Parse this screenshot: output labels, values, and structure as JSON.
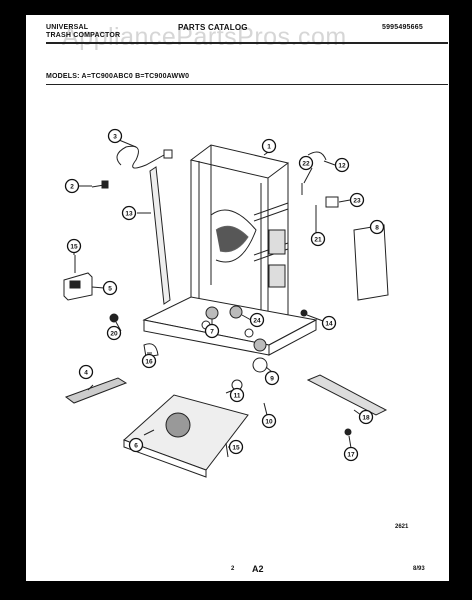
{
  "header": {
    "line1_left": "UNIVERSAL",
    "line2_left": "TRASH COMPACTOR",
    "center": "PARTS CATALOG",
    "right": "5995495665"
  },
  "watermark": "AppliancePartsPros.com",
  "models_line": "MODELS: A=TC900ABC0  B=TC900AWW0",
  "callouts": [
    {
      "n": "1"
    },
    {
      "n": "2"
    },
    {
      "n": "3"
    },
    {
      "n": "4"
    },
    {
      "n": "5"
    },
    {
      "n": "6"
    },
    {
      "n": "7"
    },
    {
      "n": "8"
    },
    {
      "n": "9"
    },
    {
      "n": "10"
    },
    {
      "n": "11"
    },
    {
      "n": "12"
    },
    {
      "n": "13"
    },
    {
      "n": "14"
    },
    {
      "n": "15"
    },
    {
      "n": "15"
    },
    {
      "n": "16"
    },
    {
      "n": "17"
    },
    {
      "n": "18"
    },
    {
      "n": "20"
    },
    {
      "n": "21"
    },
    {
      "n": "22"
    },
    {
      "n": "23"
    },
    {
      "n": "24"
    }
  ],
  "footer": {
    "figure_code": "2621",
    "page_small": "2",
    "page_code": "A2",
    "date": "8/93"
  }
}
